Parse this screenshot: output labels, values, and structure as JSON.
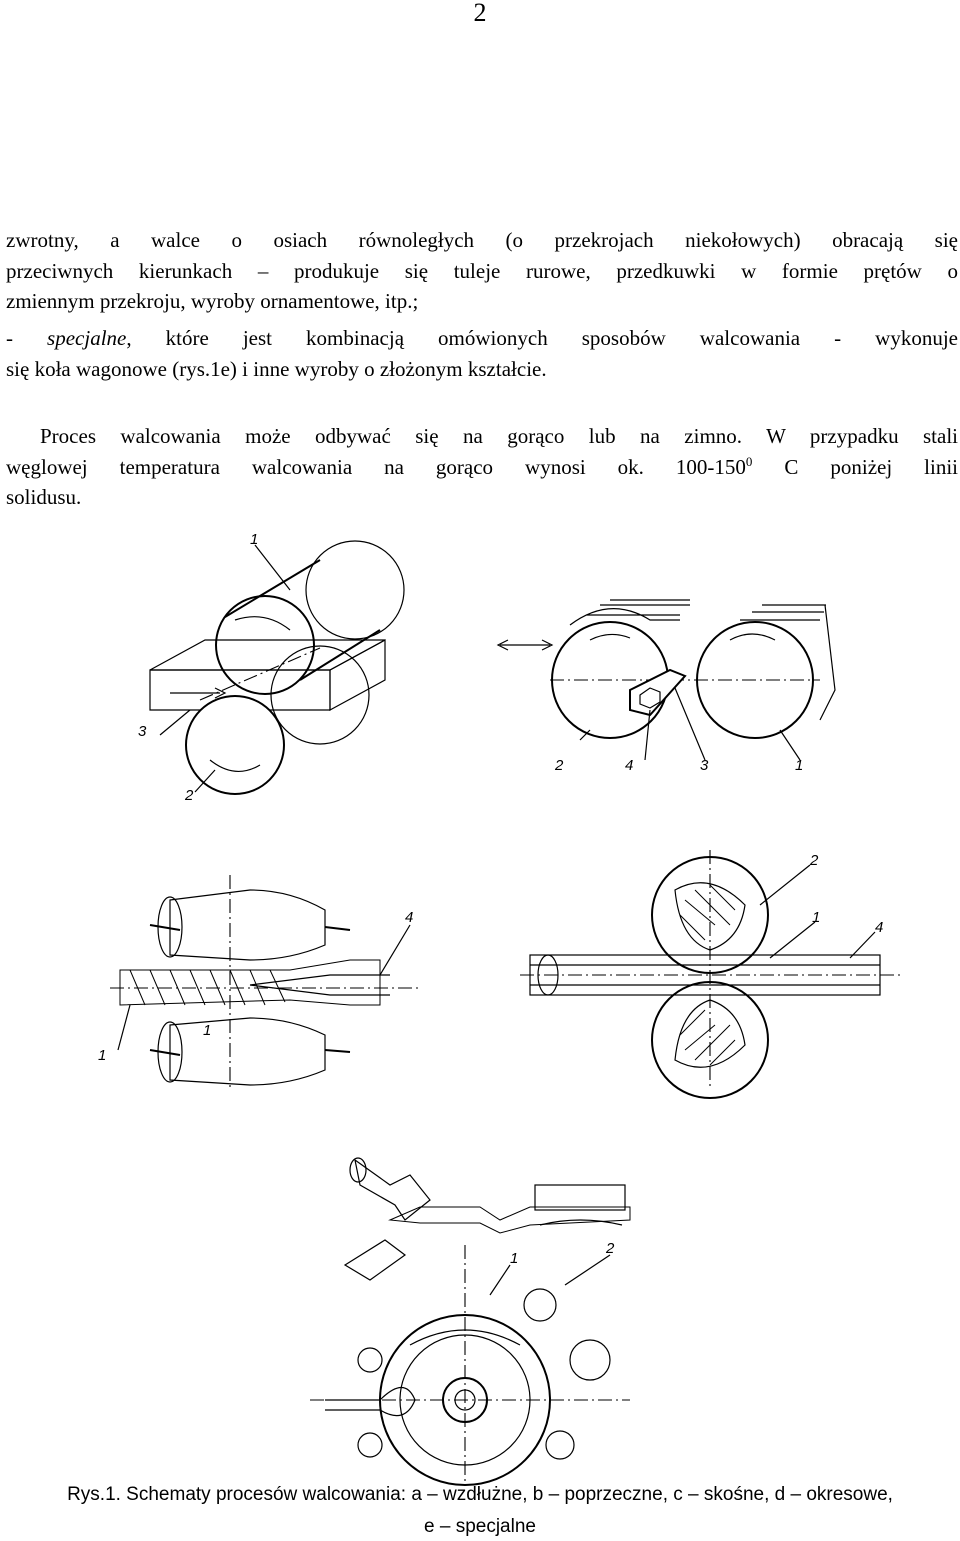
{
  "page_number": "2",
  "text": {
    "p1_line1": "zwrotny, a walce o osiach równoległych (o przekrojach niekołowych) obracają się",
    "p1_line2": "przeciwnych kierunkach – produkuje się tuleje rurowe, przedkuwki w formie prętów o",
    "p1_line3": "zmiennym przekroju, wyroby ornamentowe, itp.;",
    "p2_prefix": "- ",
    "p2_em": "specjalne",
    "p2_line1_rest": ", które jest kombinacją omówionych sposobów walcowania - wykonuje",
    "p2_line2": "się koła wagonowe (rys.1e) i inne wyroby o złożonym kształcie.",
    "p3_line1": "Proces walcowania może odbywać się na gorąco lub na zimno. W przypadku stali",
    "p3_line2a": "węglowej temperatura walcowania na gorąco wynosi ok. 100-150",
    "p3_sup": "0",
    "p3_line2b": " C poniżej linii",
    "p3_line3": "solidusu."
  },
  "figures": {
    "a_labels": [
      "1",
      "3",
      "2"
    ],
    "b_labels": [
      "2",
      "4",
      "3",
      "1"
    ],
    "c_labels": [
      "4",
      "1",
      "1"
    ],
    "d_labels": [
      "2",
      "1",
      "4"
    ],
    "e_labels": [
      "1",
      "2"
    ]
  },
  "caption": {
    "line1": "Rys.1. Schematy procesów walcowania: a – wzdłużne, b – poprzeczne, c – skośne, d – okresowe,",
    "line2": "e – specjalne"
  }
}
